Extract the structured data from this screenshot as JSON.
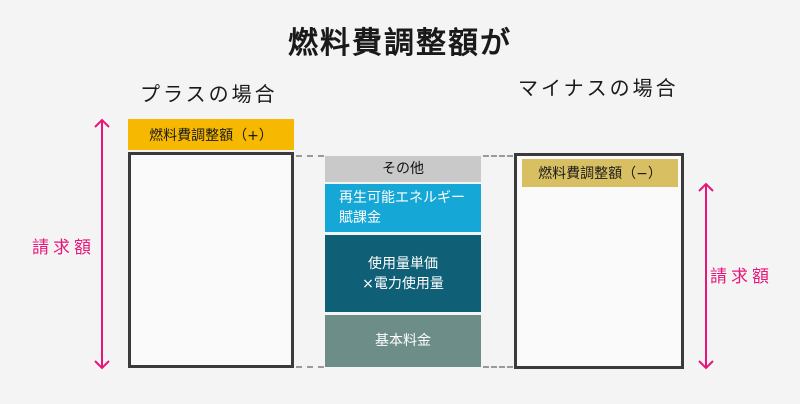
{
  "title": "燃料費調整額が",
  "plus": {
    "heading": "プラスの場合",
    "tag": "燃料費調整額（+）",
    "bill_label": "請求額"
  },
  "minus": {
    "heading": "マイナスの場合",
    "tag": "燃料費調整額（−）",
    "bill_label": "請求額"
  },
  "components": {
    "other": "その他",
    "renewable_line1": "再生可能エネルギー",
    "renewable_line2": "賦課金",
    "usage_line1": "使用量単価",
    "usage_line2": "×電力使用量",
    "base": "基本料金"
  },
  "colors": {
    "accent_plus": "#f6b800",
    "accent_minus": "#d7bf62",
    "bill_arrow": "#e8157a",
    "other": "#c9c9c9",
    "renewable": "#15a7d6",
    "usage": "#0f5f76",
    "base": "#6d8d88"
  }
}
